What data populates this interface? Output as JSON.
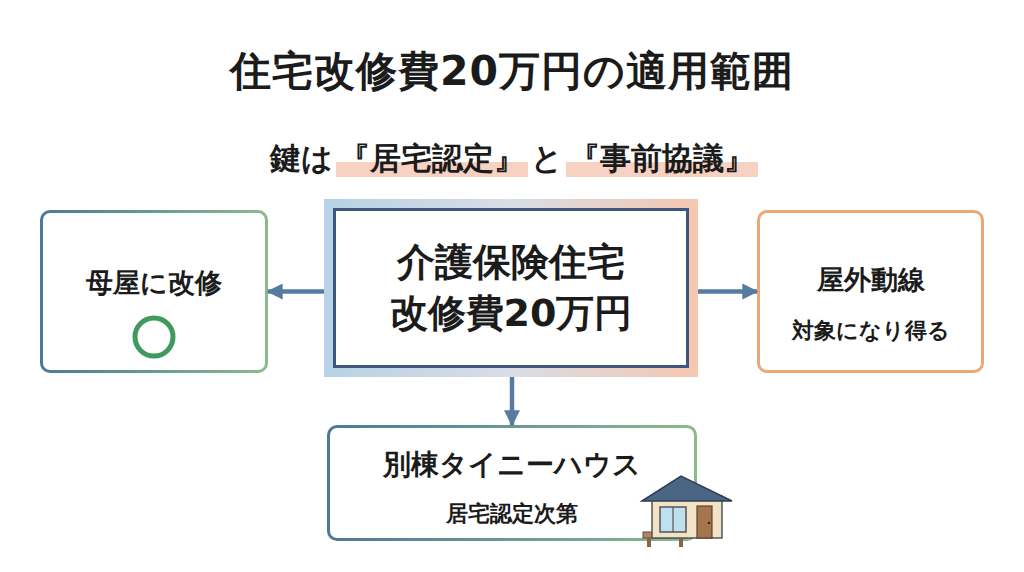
{
  "diagram": {
    "title": "住宅改修費20万円の適用範囲",
    "nodes": [
      {
        "text": [
          "母屋に改修"
        ]
      },
      {
        "text": [
          "介護保険住宅 改修費20万円"
        ]
      },
      {
        "text": [
          "屋外動線",
          "対象になり得る"
        ]
      },
      {
        "text": [
          "別棟タイニーハウス",
          "居宅認定次第"
        ]
      }
    ],
    "edges": [
      {
        "from": 1,
        "to": 0,
        "arrow": "to"
      },
      {
        "from": 1,
        "to": 2,
        "arrow": "to"
      },
      {
        "from": 1,
        "to": 3,
        "arrow": "to"
      }
    ],
    "labels": [
      "鍵は",
      "『居宅認定』",
      "と",
      "『事前協議』"
    ]
  }
}
